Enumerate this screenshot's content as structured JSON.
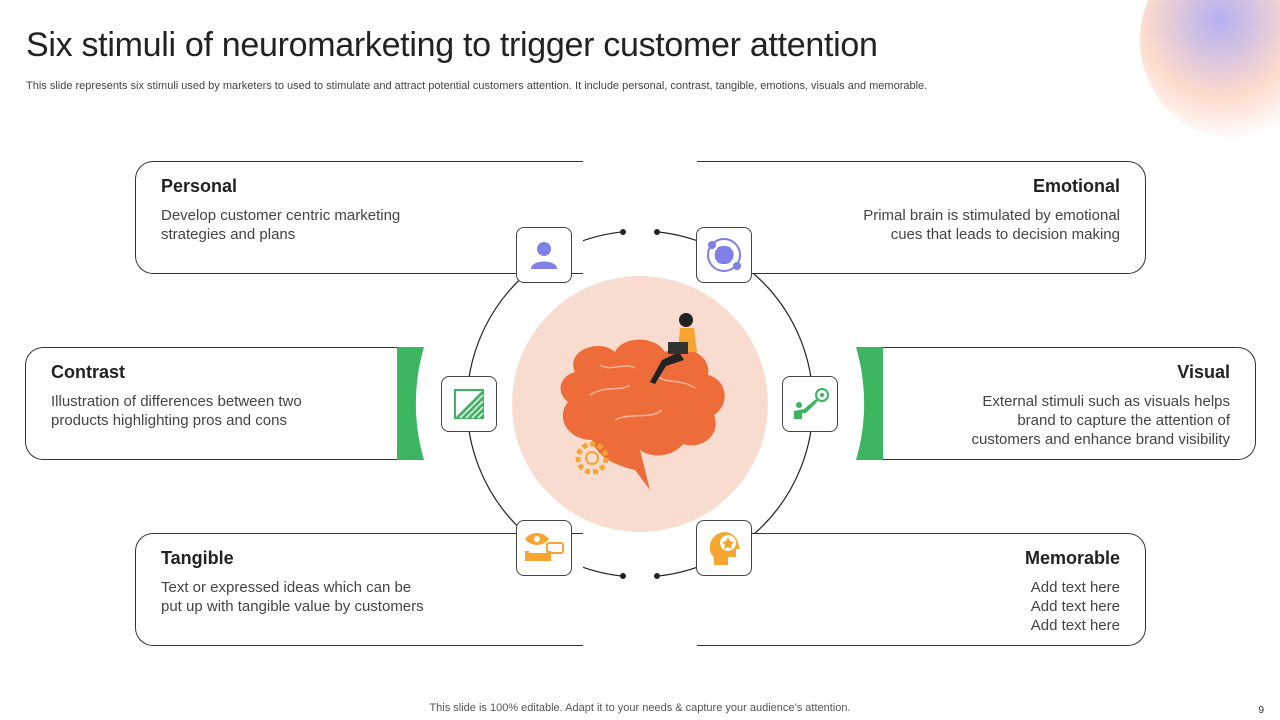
{
  "title": "Six stimuli of neuromarketing to trigger customer attention",
  "subtitle": "This slide represents six stimuli used by marketers to used to stimulate and attract potential customers attention. It include personal, contrast, tangible, emotions, visuals and memorable.",
  "colors": {
    "purple": "#7f7fe6",
    "green": "#3cb560",
    "orange": "#f7a531",
    "brain": "#ee6c3a",
    "circle": "#f9dcd0"
  },
  "items": [
    {
      "id": "personal",
      "title": "Personal",
      "text": [
        "Develop customer centric marketing",
        "strategies and plans"
      ],
      "icon": "user-icon"
    },
    {
      "id": "emotional",
      "title": "Emotional",
      "text": [
        "Primal brain is stimulated by emotional",
        "cues that leads to decision making"
      ],
      "icon": "brain-emotions-icon"
    },
    {
      "id": "contrast",
      "title": "Contrast",
      "text": [
        "Illustration  of differences between two",
        "products highlighting pros and cons"
      ],
      "icon": "contrast-icon"
    },
    {
      "id": "visual",
      "title": "Visual",
      "text": [
        "External stimuli such as visuals helps",
        "brand to capture the attention of",
        "customers and enhance brand visibility"
      ],
      "icon": "target-visual-icon"
    },
    {
      "id": "tangible",
      "title": "Tangible",
      "text": [
        "Text or expressed ideas which can be",
        "put up with tangible value by customers"
      ],
      "icon": "eye-sofa-icon"
    },
    {
      "id": "memorable",
      "title": "Memorable",
      "text": [
        "Add text here",
        "Add text here",
        "Add text here"
      ],
      "icon": "head-star-icon"
    }
  ],
  "footer": "This slide is 100% editable. Adapt it to your needs & capture your audience’s attention.",
  "page_number": "9"
}
